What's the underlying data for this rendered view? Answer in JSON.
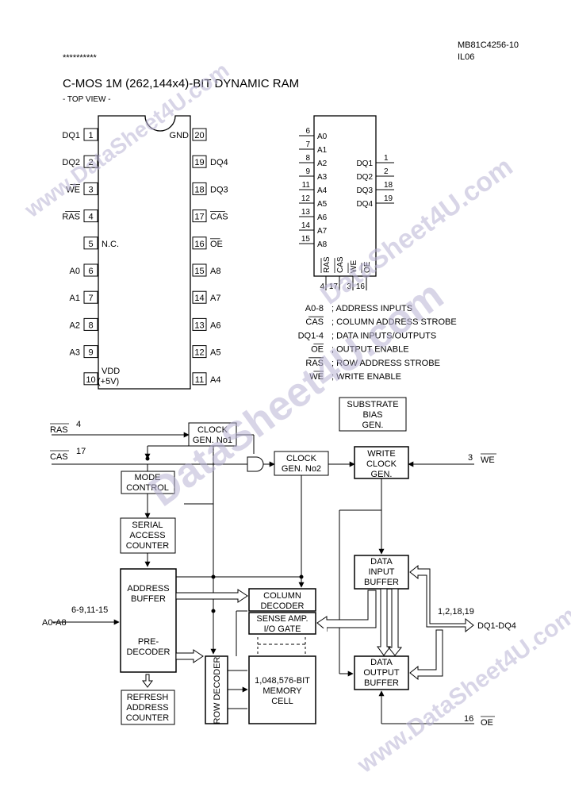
{
  "header": {
    "part_number": "MB81C4256-10",
    "code": "IL06",
    "stars": "**********",
    "title": "C-MOS 1M (262,144x4)-BIT DYNAMIC RAM",
    "subtitle": "- TOP VIEW -"
  },
  "dip": {
    "left_pins": [
      {
        "num": "1",
        "name": "DQ1"
      },
      {
        "num": "2",
        "name": "DQ2"
      },
      {
        "num": "3",
        "name": "WE"
      },
      {
        "num": "4",
        "name": "RAS"
      },
      {
        "num": "5",
        "name": "N.C."
      },
      {
        "num": "6",
        "name": "A0"
      },
      {
        "num": "7",
        "name": "A1"
      },
      {
        "num": "8",
        "name": "A2"
      },
      {
        "num": "9",
        "name": "A3"
      },
      {
        "num": "10",
        "name": "VDD"
      }
    ],
    "vdd_label": "VDD",
    "vdd_sub": "(+5V)",
    "right_pins": [
      {
        "num": "20",
        "name": "GND"
      },
      {
        "num": "19",
        "name": "DQ4"
      },
      {
        "num": "18",
        "name": "DQ3"
      },
      {
        "num": "17",
        "name": "CAS"
      },
      {
        "num": "16",
        "name": "OE"
      },
      {
        "num": "15",
        "name": "A8"
      },
      {
        "num": "14",
        "name": "A7"
      },
      {
        "num": "13",
        "name": "A6"
      },
      {
        "num": "12",
        "name": "A5"
      },
      {
        "num": "11",
        "name": "A4"
      }
    ]
  },
  "logic_symbol": {
    "addr_pins": [
      {
        "num": "6",
        "name": "A0"
      },
      {
        "num": "7",
        "name": "A1"
      },
      {
        "num": "8",
        "name": "A2"
      },
      {
        "num": "9",
        "name": "A3"
      },
      {
        "num": "11",
        "name": "A4"
      },
      {
        "num": "12",
        "name": "A5"
      },
      {
        "num": "13",
        "name": "A6"
      },
      {
        "num": "14",
        "name": "A7"
      },
      {
        "num": "15",
        "name": "A8"
      }
    ],
    "data_pins": [
      {
        "num": "1",
        "name": "DQ1"
      },
      {
        "num": "2",
        "name": "DQ2"
      },
      {
        "num": "18",
        "name": "DQ3"
      },
      {
        "num": "19",
        "name": "DQ4"
      }
    ],
    "bottom_pins": [
      {
        "num": "4",
        "name": "RAS"
      },
      {
        "num": "17",
        "name": "CAS"
      },
      {
        "num": "3",
        "name": "WE"
      },
      {
        "num": "16",
        "name": "OE"
      }
    ]
  },
  "legend": [
    {
      "sym": "A0-8",
      "desc": "; ADDRESS INPUTS"
    },
    {
      "sym": "CAS",
      "desc": "; COLUMN ADDRESS STROBE"
    },
    {
      "sym": "DQ1-4",
      "desc": "; DATA INPUTS/OUTPUTS"
    },
    {
      "sym": "OE",
      "desc": "; OUTPUT ENABLE"
    },
    {
      "sym": "RAS",
      "desc": "; ROW ADDRESS STROBE"
    },
    {
      "sym": "WE",
      "desc": "; WRITE ENABLE"
    }
  ],
  "block": {
    "substrate": [
      "SUBSTRATE",
      "BIAS",
      "GEN."
    ],
    "clock1": [
      "CLOCK",
      "GEN. No1"
    ],
    "clock2": [
      "CLOCK",
      "GEN. No2"
    ],
    "write_clock": [
      "WRITE",
      "CLOCK",
      "GEN."
    ],
    "mode": [
      "MODE",
      "CONTROL"
    ],
    "serial": [
      "SERIAL",
      "ACCESS",
      "COUNTER"
    ],
    "addr_buf": [
      "ADDRESS",
      "BUFFER"
    ],
    "predecoder": [
      "PRE-",
      "DECODER"
    ],
    "refresh": [
      "REFRESH",
      "ADDRESS",
      "COUNTER"
    ],
    "col_dec": [
      "COLUMN",
      "DECODER"
    ],
    "sense": [
      "SENSE AMP.",
      "I/O GATE"
    ],
    "row_dec": "ROW DECODER",
    "memory": [
      "1,048,576-BIT",
      "MEMORY",
      "CELL"
    ],
    "data_in": [
      "DATA",
      "INPUT",
      "BUFFER"
    ],
    "data_out": [
      "DATA",
      "OUTPUT",
      "BUFFER"
    ],
    "ras_label": "RAS",
    "ras_pin": "4",
    "cas_label": "CAS",
    "cas_pin": "17",
    "we_label": "WE",
    "we_pin": "3",
    "oe_label": "OE",
    "oe_pin": "16",
    "addr_in_pins": "6-9,11-15",
    "addr_in_label": "A0-A8",
    "dq_pins": "1,2,18,19",
    "dq_label": "DQ1-DQ4"
  },
  "watermarks": [
    "www.DataSheet4U.com",
    "DataSheet4U.com",
    "DataSheet4U.com",
    "www.DataSheet4U.com"
  ]
}
